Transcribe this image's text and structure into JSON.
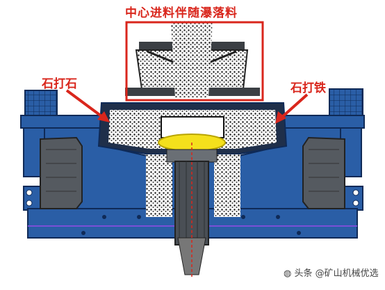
{
  "annotations": {
    "title": "中心进料伴随瀑落料",
    "left_label": "石打石",
    "right_label": "石打铁"
  },
  "watermark": "头条 @矿山机械优选",
  "colors": {
    "annotation_red": "#d9261c",
    "frame_blue": "#1f4e8c",
    "frame_dark": "#0f2a57",
    "rotor_yellow": "#f4e01c",
    "motor_gray": "#555a60"
  },
  "icons": {
    "watermark_icon": "wechat-chat-icon"
  }
}
